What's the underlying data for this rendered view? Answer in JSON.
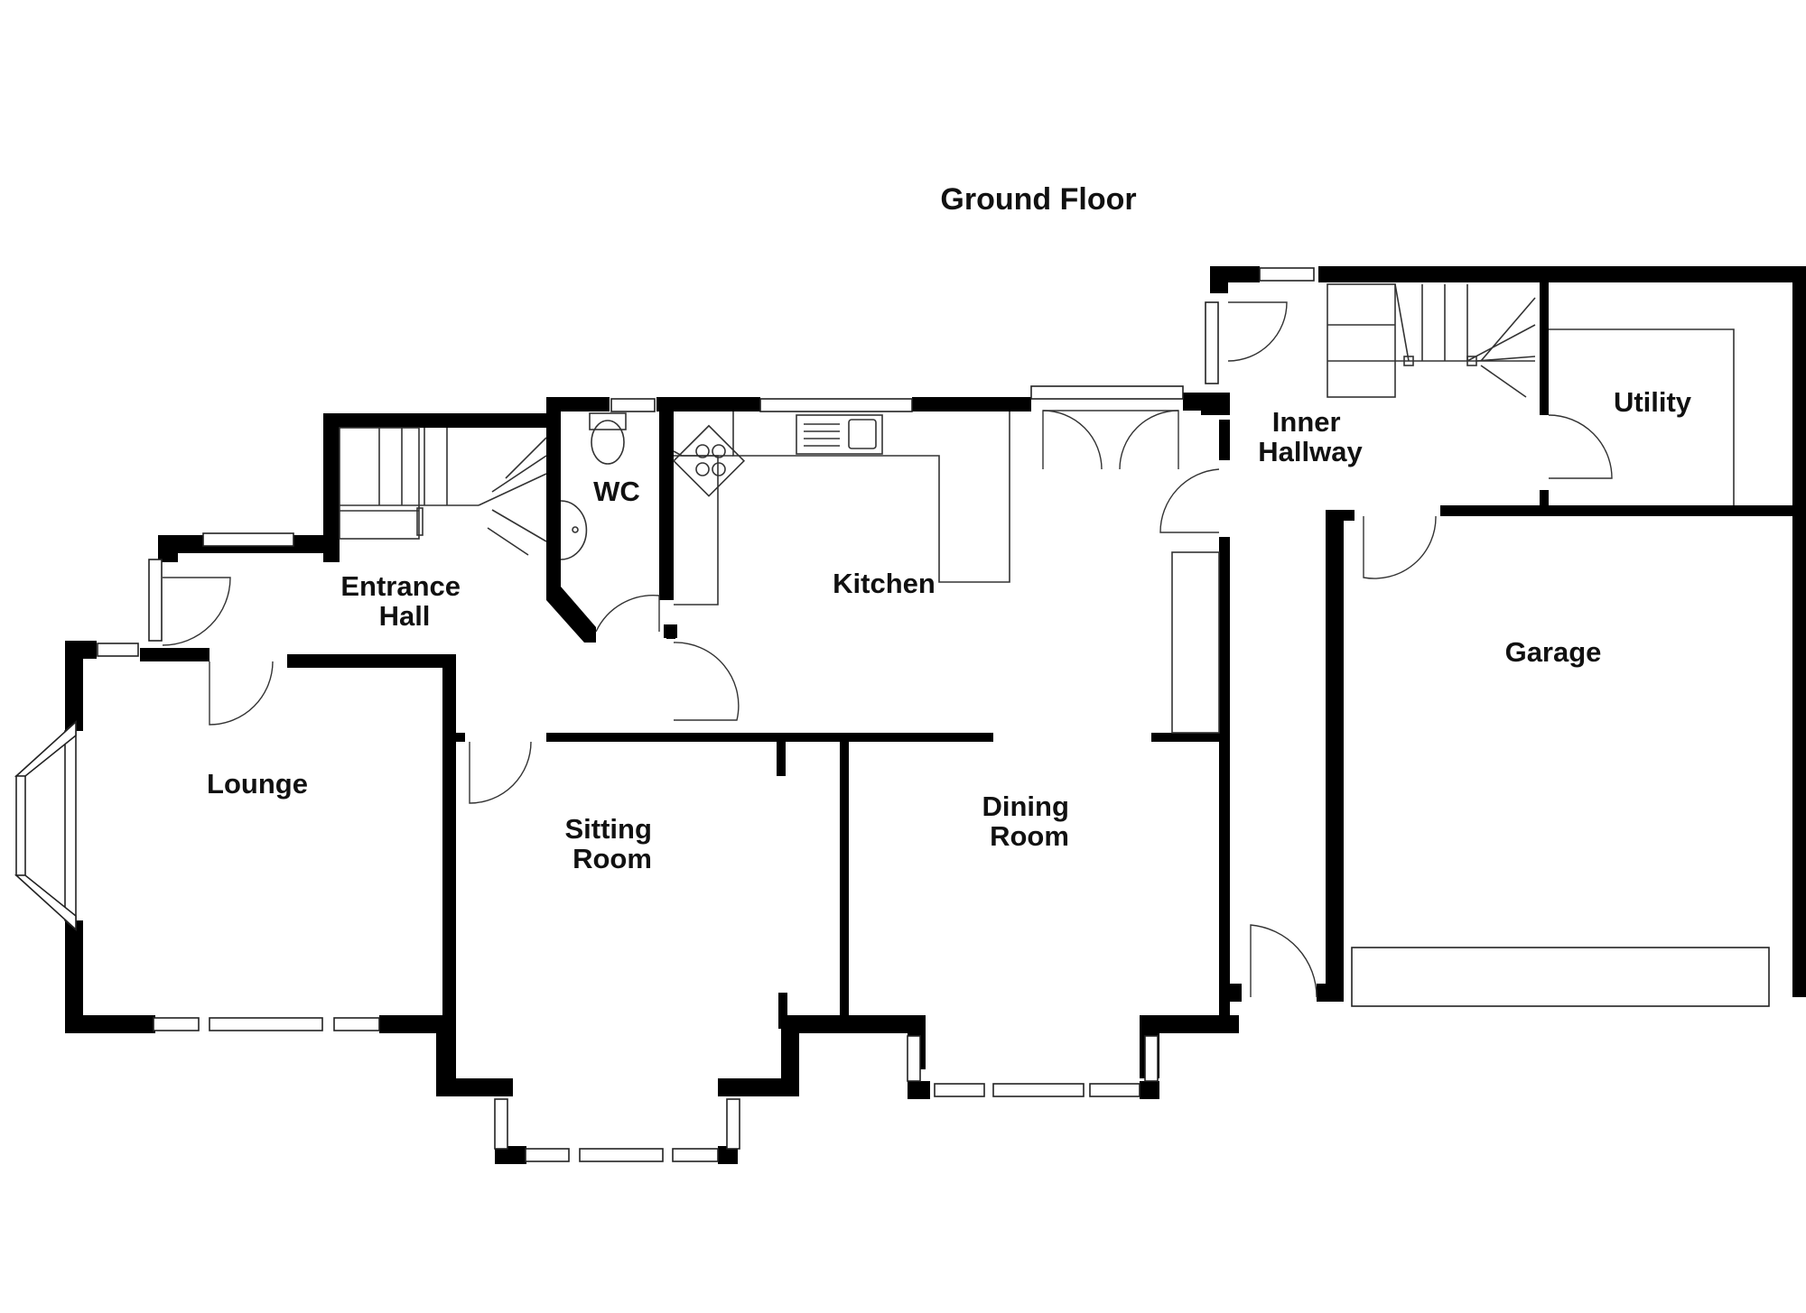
{
  "title": "Ground Floor",
  "rooms": {
    "entrance_hall": [
      "Entrance",
      "Hall"
    ],
    "wc": "WC",
    "kitchen": "Kitchen",
    "inner_hallway": [
      "Inner",
      "Hallway"
    ],
    "utility": "Utility",
    "garage": "Garage",
    "lounge": "Lounge",
    "sitting_room": [
      "Sitting",
      "Room"
    ],
    "dining_room": [
      "Dining",
      "Room"
    ]
  },
  "colors": {
    "wall": "#000000",
    "background": "#ffffff",
    "fixture_line": "#333333"
  }
}
